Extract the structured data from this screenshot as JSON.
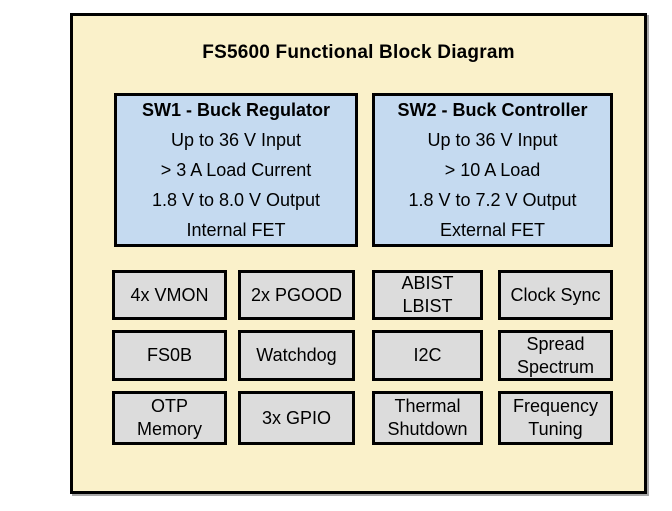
{
  "diagram": {
    "title": "FS5600 Functional Block Diagram",
    "colors": {
      "background": "#faf1ca",
      "regulator_fill": "#c5daf0",
      "feature_fill": "#dcdcdc",
      "border": "#000000",
      "text": "#000000",
      "page_background": "#ffffff"
    },
    "regulators": [
      {
        "title": "SW1 - Buck Regulator",
        "lines": [
          "Up to 36 V Input",
          "> 3 A Load Current",
          "1.8 V to 8.0 V Output",
          "Internal FET"
        ]
      },
      {
        "title": "SW2 - Buck Controller",
        "lines": [
          "Up to 36 V Input",
          "> 10 A Load",
          "1.8 V to 7.2 V Output",
          "External FET"
        ]
      }
    ],
    "features": [
      {
        "label": "4x VMON"
      },
      {
        "label": "2x PGOOD"
      },
      {
        "label": "ABIST\nLBIST"
      },
      {
        "label": "Clock Sync"
      },
      {
        "label": "FS0B"
      },
      {
        "label": "Watchdog"
      },
      {
        "label": "I2C"
      },
      {
        "label": "Spread\nSpectrum"
      },
      {
        "label": "OTP\nMemory"
      },
      {
        "label": "3x GPIO"
      },
      {
        "label": "Thermal\nShutdown"
      },
      {
        "label": "Frequency\nTuning"
      }
    ]
  }
}
